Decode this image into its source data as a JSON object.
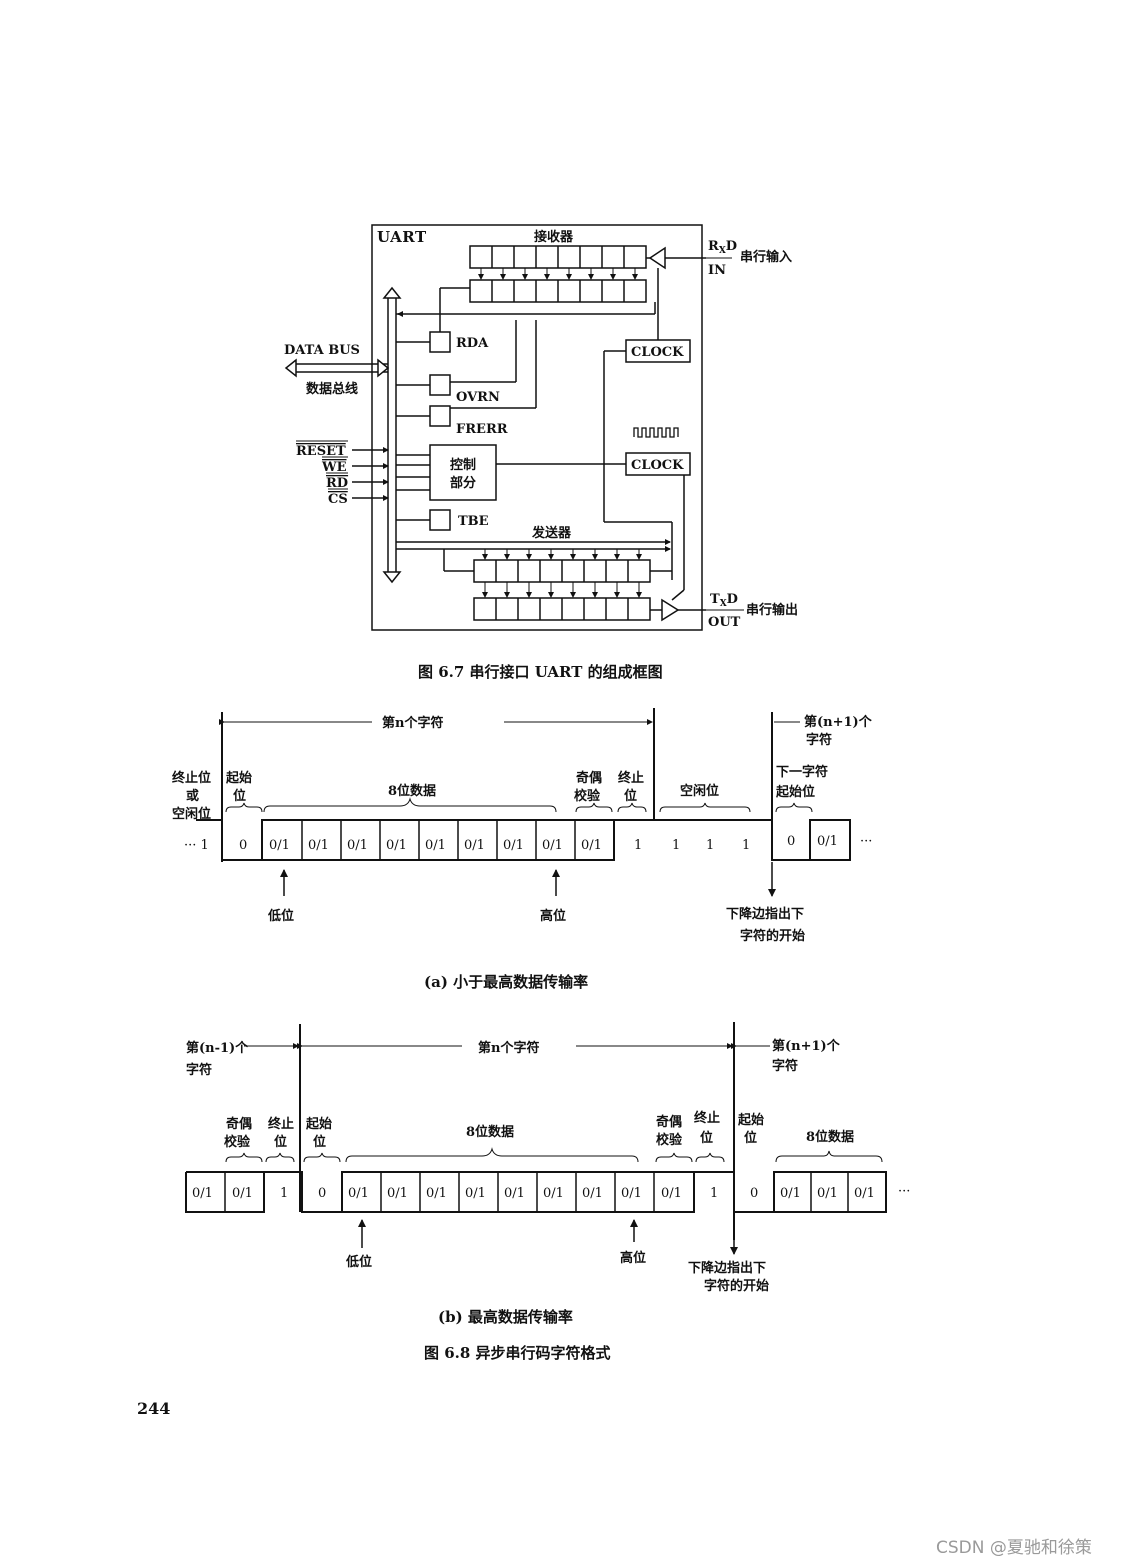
{
  "fig67": {
    "caption": "图 6.7   串行接口 UART 的组成框图",
    "uart": "UART",
    "receiver": "接收器",
    "transmitter": "发送器",
    "rxd_top": "R",
    "rxd_sub": "X",
    "rxd_d": "D",
    "rxd_in": "IN",
    "rxd_label": "串行输入",
    "txd_top": "T",
    "txd_sub": "X",
    "txd_d": "D",
    "txd_out": "OUT",
    "txd_label": "串行输出",
    "data_bus": "DATA BUS",
    "data_bus_cn": "数据总线",
    "rda": "RDA",
    "ovrn": "OVRN",
    "frerr": "FRERR",
    "tbe": "TBE",
    "clock1": "CLOCK",
    "clock2": "CLOCK",
    "control_1": "控制",
    "control_2": "部分",
    "signals": [
      "RESET",
      "WE",
      "RD",
      "CS"
    ]
  },
  "fig68a": {
    "nth_char": "第n个字符",
    "next_char_1": "第(n+1)个",
    "next_char_2": "字符",
    "stop_or_idle": [
      "终止位",
      "或",
      "空闲位"
    ],
    "start_bit": [
      "起始",
      "位"
    ],
    "data8": "8位数据",
    "parity": [
      "奇偶",
      "校验"
    ],
    "stop_bit": [
      "终止",
      "位"
    ],
    "idle_bits": "空闲位",
    "next_start": [
      "下一字符",
      "起始位"
    ],
    "lead": "··· 1",
    "start_val": "0",
    "data_cells": [
      "0/1",
      "0/1",
      "0/1",
      "0/1",
      "0/1",
      "0/1",
      "0/1",
      "0/1"
    ],
    "parity_val": "0/1",
    "idle_vals": [
      "1",
      "1",
      "1",
      "1"
    ],
    "next_start_val": "0",
    "next_data": "0/1",
    "trail": "···",
    "low": "低位",
    "high": "高位",
    "falling_1": "下降边指出下",
    "falling_2": "字符的开始",
    "subcaption": "(a)  小于最高数据传输率"
  },
  "fig68b": {
    "prev_char_1": "第(n-1)个",
    "prev_char_2": "字符",
    "nth_char": "第n个字符",
    "next_char_1": "第(n+1)个",
    "next_char_2": "字符",
    "parity1": [
      "奇偶",
      "校验"
    ],
    "stop1": [
      "终止",
      "位"
    ],
    "start1": [
      "起始",
      "位"
    ],
    "data8": "8位数据",
    "parity2": [
      "奇偶",
      "校验"
    ],
    "stop2": [
      "终止",
      "位"
    ],
    "start2": [
      "起始",
      "位"
    ],
    "data8b": "8位数据",
    "prev_cells": [
      "0/1",
      "0/1"
    ],
    "stop_val": "1",
    "start_val": "0",
    "data_cells": [
      "0/1",
      "0/1",
      "0/1",
      "0/1",
      "0/1",
      "0/1",
      "0/1",
      "0/1"
    ],
    "parity_val": "0/1",
    "stop2_val": "1",
    "start2_val": "0",
    "next_cells": [
      "0/1",
      "0/1",
      "0/1"
    ],
    "trail": "···",
    "low": "低位",
    "high": "高位",
    "falling_1": "下降边指出下",
    "falling_2": "字符的开始",
    "subcaption": "(b)  最高数据传输率"
  },
  "caption68": "图 6.8   异步串行码字符格式",
  "page_number": "244",
  "watermark": "CSDN @夏驰和徐策"
}
